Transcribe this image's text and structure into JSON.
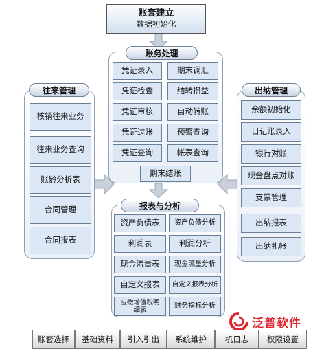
{
  "top": {
    "title": "账套建立",
    "subtitle": "数据初始化"
  },
  "accounting": {
    "title": "账务处理",
    "left": [
      "凭证录入",
      "凭证检查",
      "凭证审核",
      "凭证过账",
      "凭证查询"
    ],
    "right": [
      "期末调汇",
      "结转损益",
      "自动转账",
      "预警查询",
      "帐表查询"
    ],
    "bottom": "期末结账"
  },
  "ar": {
    "title": "往来管理",
    "items": [
      "核销往来业务",
      "往来业务查询",
      "账龄分析表",
      "合同管理",
      "合同报表"
    ]
  },
  "cashier": {
    "title": "出纳管理",
    "items": [
      "余额初始化",
      "日记账录入",
      "银行对账",
      "现金盘点对账",
      "支票管理",
      "出纳报表",
      "出纳扎帐"
    ]
  },
  "reports": {
    "title": "报表与分析",
    "left": [
      "资产负债表",
      "利润表",
      "现金流量表",
      "自定义报表",
      "应缴增值税明细表"
    ],
    "right": [
      "资产负债分析",
      "利润分析",
      "现金流量分析",
      "自定义报表分析",
      "财务指标分析"
    ]
  },
  "bottom_bar": [
    "账套选择",
    "基础资料",
    "引入引出",
    "系统维护",
    "机日志",
    "权限设置"
  ],
  "watermark": {
    "brand": "泛普软件"
  },
  "colors": {
    "box_fill": "#dbe7f5",
    "border": "#6a7e96",
    "arrow": "#c8d0da",
    "logo_red": "#e0262e"
  }
}
